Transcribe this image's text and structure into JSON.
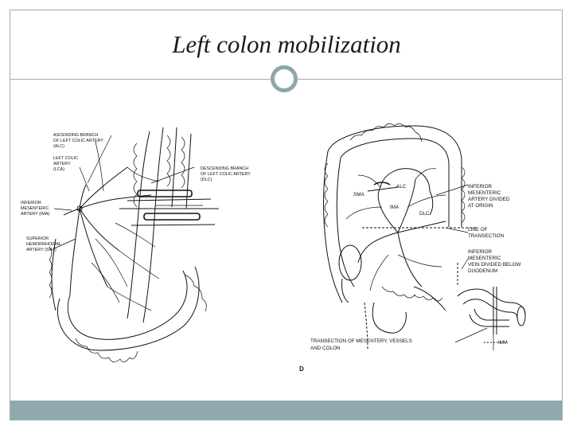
{
  "slide": {
    "title": "Left colon mobilization",
    "accent_color": "#8fa9ae",
    "ornament": "ring-icon"
  },
  "figure_left": {
    "labels": [
      "ASCENDING BRANCH",
      "OF LEFT COLIC ARTERY",
      "(ALC)",
      "LEFT COLIC",
      "ARTERY",
      "(LCA)",
      "DESCENDING BRANCH",
      "OF LEFT COLIC ARTERY",
      "(DLC)",
      "INFERIOR",
      "MESENTERIC",
      "ARTERY (IMA)",
      "SUPERIOR",
      "HEMORRHOIDAL",
      "ARTERY (SHA)"
    ]
  },
  "figure_right": {
    "inner_labels": [
      "ALC",
      "SMA",
      "IMA",
      "DLC"
    ],
    "labels": [
      "INFERIOR",
      "MESENTERIC",
      "ARTERY DIVIDED",
      "AT ORIGIN",
      "LINE OF",
      "TRANSECTION",
      "INFERIOR",
      "MESENTERIC",
      "VEIN DIVIDED BELOW",
      "DUODENUM",
      "IMV"
    ],
    "caption_lines": [
      "TRANSECTION OF MESENTERY, VESSELS",
      "AND COLON"
    ],
    "panel_letter": "D"
  }
}
